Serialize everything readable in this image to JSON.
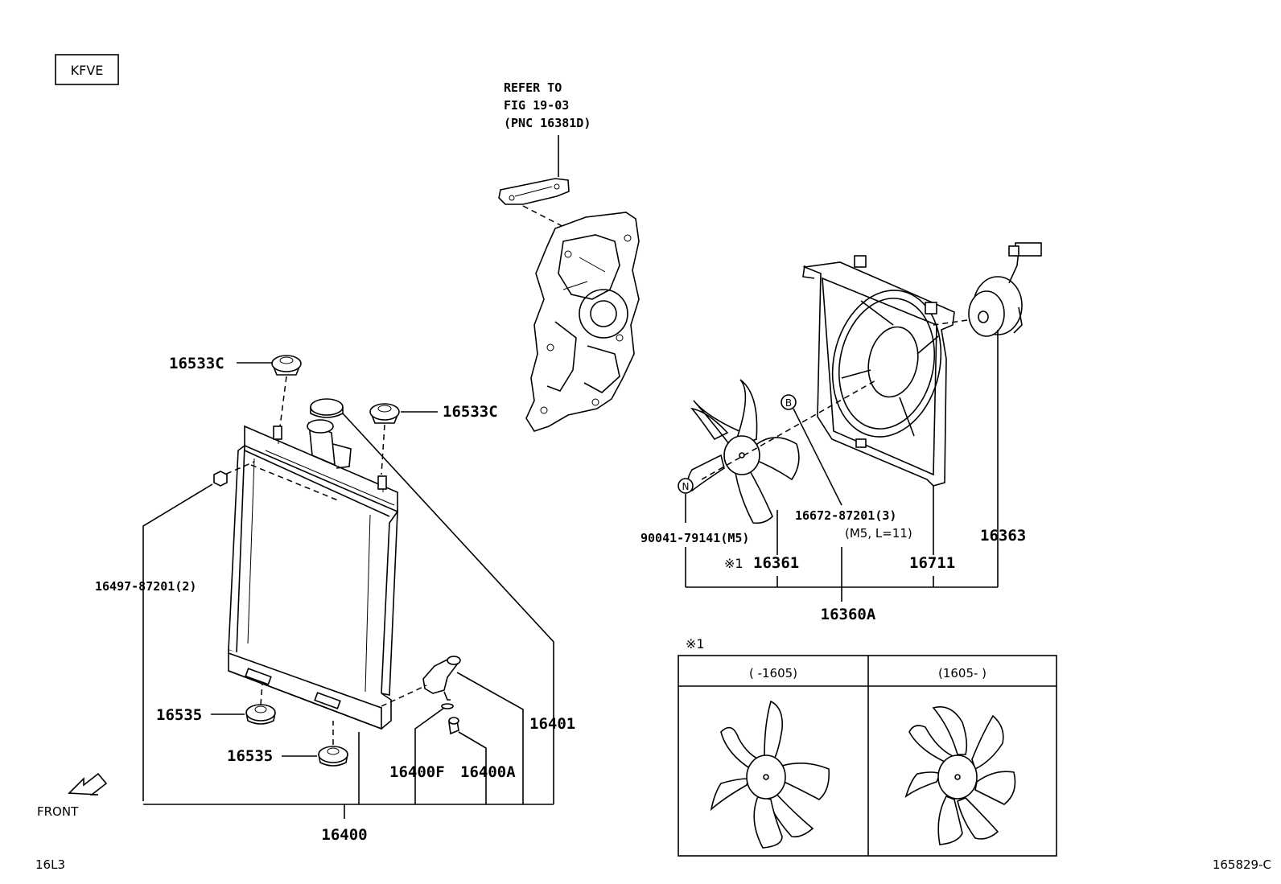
{
  "engine_code": "KFVE",
  "refer_note": [
    "REFER TO",
    "FIG 19-03",
    "(PNC 16381D)"
  ],
  "front_label": "FRONT",
  "page_code": "16L3",
  "figure_code": "165829-C",
  "note_symbol": "※1",
  "marker_b": "B",
  "marker_n": "N",
  "labels": {
    "p16533c_top": "16533C",
    "p16533c_right": "16533C",
    "p16497": "16497-87201(2)",
    "p16535_a": "16535",
    "p16535_b": "16535",
    "p16400f": "16400F",
    "p16400a": "16400A",
    "p16401": "16401",
    "p16400": "16400",
    "p90041": "90041-79141(M5)",
    "p16361": "16361",
    "p16672": "16672-87201(3)",
    "p16672_spec": "(M5, L=11)",
    "p16711": "16711",
    "p16363": "16363",
    "p16360a": "16360A"
  },
  "variant_table": {
    "title": "※1",
    "columns": [
      "(      -1605)",
      "(1605-      )"
    ]
  }
}
